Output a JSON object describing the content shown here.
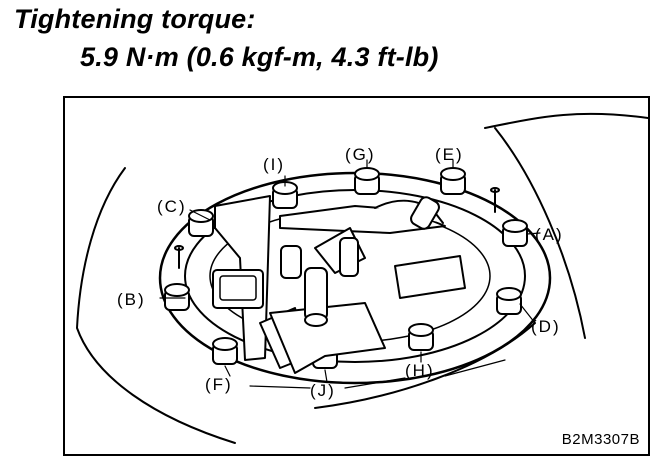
{
  "heading": {
    "title": "Tightening torque:",
    "torque": "5.9 N·m (0.6 kgf-m, 4.3 ft-lb)"
  },
  "bolt_labels": {
    "A": "(A)",
    "B": "(B)",
    "C": "(C)",
    "D": "(D)",
    "E": "(E)",
    "F": "(F)",
    "G": "(G)",
    "H": "(H)",
    "I": "(I)",
    "J": "(J)"
  },
  "figure_code": "B2M3307B"
}
